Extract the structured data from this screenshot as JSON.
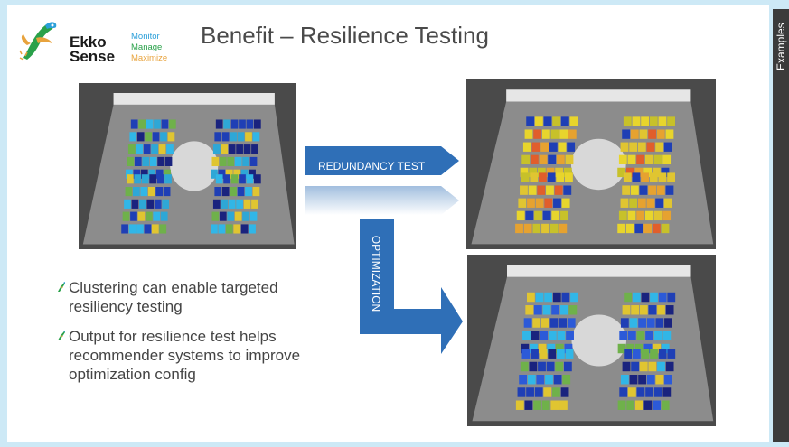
{
  "logo": {
    "brand_line1": "Ekko",
    "brand_line2": "Sense",
    "tag_monitor": "Monitor",
    "tag_manage": "Manage",
    "tag_maximize": "Maximize"
  },
  "slide": {
    "title": "Benefit – Resilience Testing"
  },
  "side_tab": {
    "label": "Examples"
  },
  "arrows": {
    "redundancy": "REDUNDANCY TEST",
    "optimization": "OPTIMIZATION"
  },
  "bullets": [
    "Clustering can enable targeted resiliency testing",
    "Output for resilience test helps recommender systems to improve optimization config"
  ],
  "colors": {
    "arrow": "#2f6fb7",
    "brand_green": "#2aa14a",
    "brand_orange": "#e8a33d",
    "brand_blue": "#2b9fd9",
    "background": "#cde9f6"
  },
  "renders": [
    {
      "name": "baseline",
      "palette": [
        "#31b6e7",
        "#2ea7d6",
        "#1f3fb5",
        "#6fb14a",
        "#e0c531",
        "#1a237e"
      ]
    },
    {
      "name": "redundancy",
      "palette": [
        "#e0c531",
        "#e6a230",
        "#e8d52c",
        "#e15e2b",
        "#1f3fb5",
        "#c7c12a"
      ]
    },
    {
      "name": "optimization",
      "palette": [
        "#1f3fb5",
        "#2c5ad8",
        "#31b6e7",
        "#1a237e",
        "#6fb14a",
        "#e0c531"
      ]
    }
  ]
}
